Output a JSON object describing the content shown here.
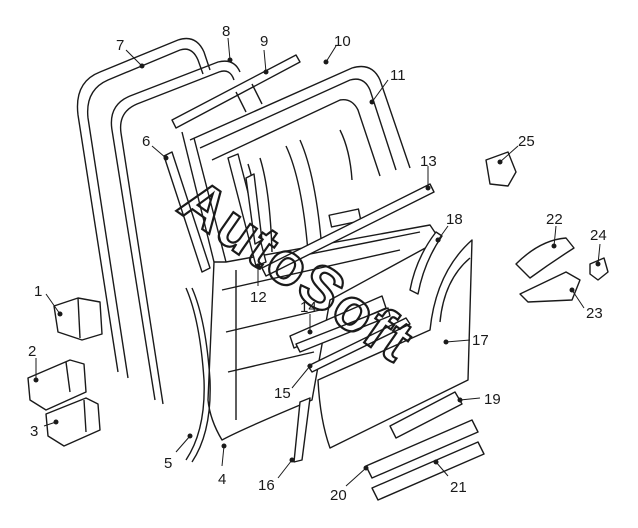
{
  "watermark": "AutoSoft",
  "callouts": [
    {
      "id": "c1",
      "label": "1"
    },
    {
      "id": "c2",
      "label": "2"
    },
    {
      "id": "c3",
      "label": "3"
    },
    {
      "id": "c4",
      "label": "4"
    },
    {
      "id": "c5",
      "label": "5"
    },
    {
      "id": "c6",
      "label": "6"
    },
    {
      "id": "c7",
      "label": "7"
    },
    {
      "id": "c8",
      "label": "8"
    },
    {
      "id": "c9",
      "label": "9"
    },
    {
      "id": "c10",
      "label": "10"
    },
    {
      "id": "c11",
      "label": "11"
    },
    {
      "id": "c12",
      "label": "12"
    },
    {
      "id": "c13",
      "label": "13"
    },
    {
      "id": "c14",
      "label": "14"
    },
    {
      "id": "c15",
      "label": "15"
    },
    {
      "id": "c16",
      "label": "16"
    },
    {
      "id": "c17",
      "label": "17"
    },
    {
      "id": "c18",
      "label": "18"
    },
    {
      "id": "c19",
      "label": "19"
    },
    {
      "id": "c20",
      "label": "20"
    },
    {
      "id": "c21",
      "label": "21"
    },
    {
      "id": "c22",
      "label": "22"
    },
    {
      "id": "c23",
      "label": "23"
    },
    {
      "id": "c24",
      "label": "24"
    },
    {
      "id": "c25",
      "label": "25"
    }
  ]
}
